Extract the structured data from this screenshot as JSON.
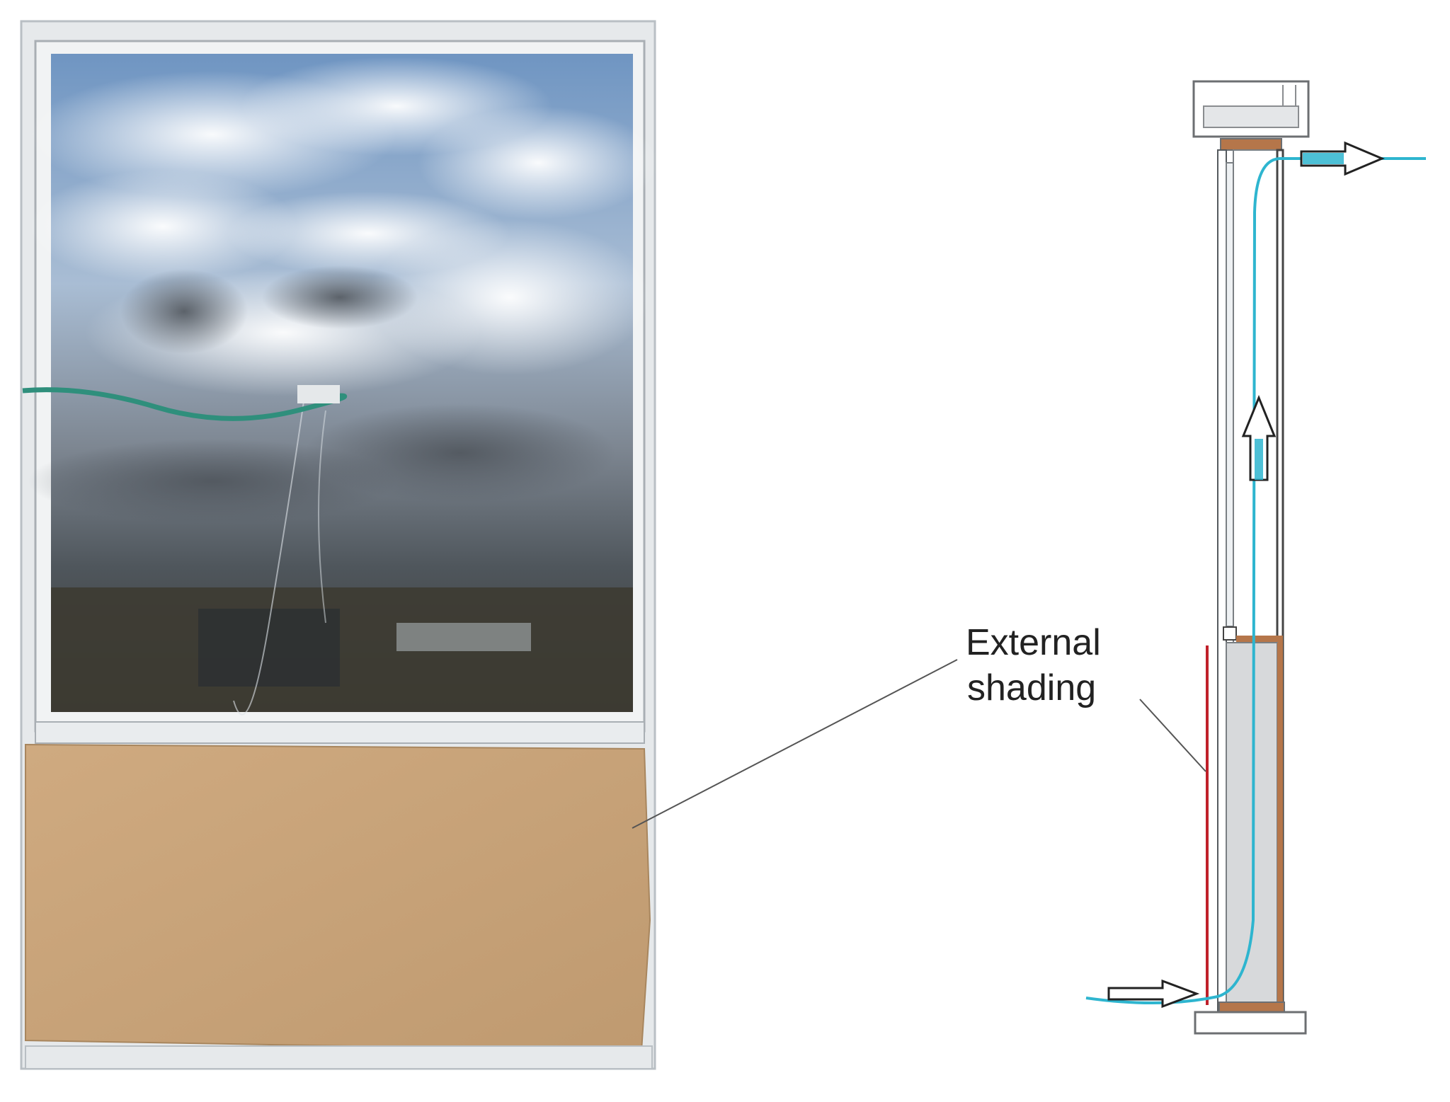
{
  "figure": {
    "annotation": {
      "line1": "External",
      "line2": "shading"
    },
    "colors": {
      "airflow": "#2eb5cf",
      "shading_board": "#c8a47c",
      "shading_sheet": "#c0202a",
      "frame_wood": "#b5764a",
      "glass_reflection_sky": "#7fa3c9",
      "window_frame": "#e9ecee"
    },
    "icons": [
      "airflow-arrow-inlet",
      "airflow-arrow-upward",
      "airflow-arrow-outlet"
    ]
  }
}
